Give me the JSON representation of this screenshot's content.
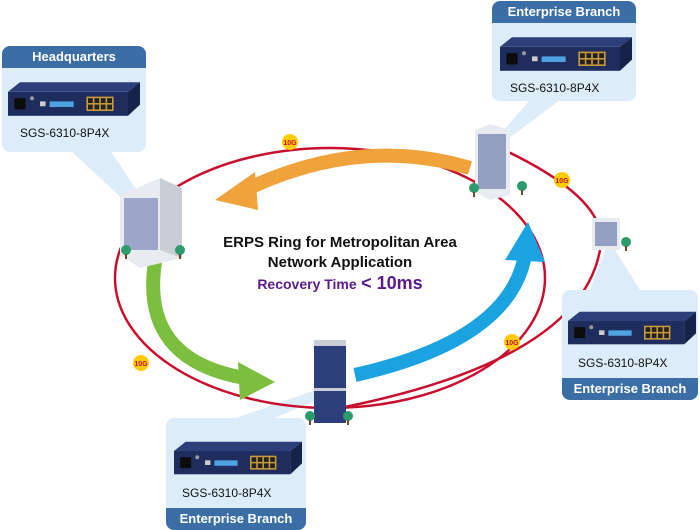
{
  "title": "ERPS Ring for Metropolitan Area",
  "subtitle": "Network Application",
  "recovery_label": "Recovery Time",
  "recovery_value": "< 10ms",
  "link_badge": "10G",
  "sites": [
    {
      "name": "Headquarters",
      "model": "SGS-6310-8P4X"
    },
    {
      "name": "Enterprise Branch",
      "model": "SGS-6310-8P4X"
    },
    {
      "name": "Enterprise Branch",
      "model": "SGS-6310-8P4X"
    },
    {
      "name": "Enterprise Branch",
      "model": "SGS-6310-8P4X"
    }
  ],
  "colors": {
    "ring": "#c8102e",
    "arrow_orange": "#f0a33a",
    "arrow_green": "#7cbf3f",
    "arrow_blue": "#1aa3e0",
    "badge": "#ffcc00",
    "card_header": "#3a6ea5",
    "card_bg": "#dcecf8",
    "recovery": "#5a1a8a"
  }
}
